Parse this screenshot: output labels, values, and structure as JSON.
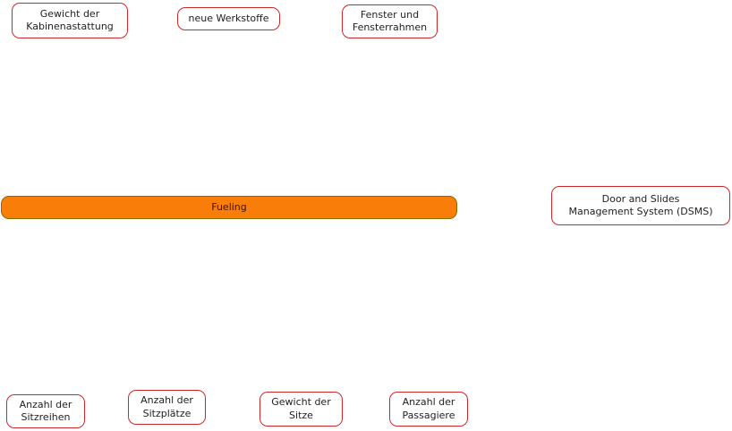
{
  "diagram": {
    "colors": {
      "canvas_bg": "#ffffff",
      "node_border": "#cc2a2a",
      "node_fill": "#ffffff",
      "node_text": "#1f1f1f",
      "highlight_fill": "#f97d09",
      "highlight_border": "#8a6d00",
      "highlight_text": "#3a1400"
    },
    "nodes": {
      "kabinenastattung": {
        "lines": [
          "Gewicht der",
          "Kabinenastattung"
        ]
      },
      "werkstoffe": {
        "lines": [
          "neue Werkstoffe"
        ]
      },
      "fenster": {
        "lines": [
          "Fenster und",
          "Fensterrahmen"
        ]
      },
      "fueling": {
        "lines": [
          "Fueling"
        ]
      },
      "dsms": {
        "lines": [
          "Door and Slides",
          "Management System (DSMS)"
        ]
      },
      "sitzreihen": {
        "lines": [
          "Anzahl der",
          "Sitzreihen"
        ]
      },
      "sitzplaetze": {
        "lines": [
          "Anzahl der",
          "Sitzplätze"
        ]
      },
      "sitze": {
        "lines": [
          "Gewicht der",
          "Sitze"
        ]
      },
      "passagiere": {
        "lines": [
          "Anzahl der",
          "Passagiere"
        ]
      }
    }
  }
}
